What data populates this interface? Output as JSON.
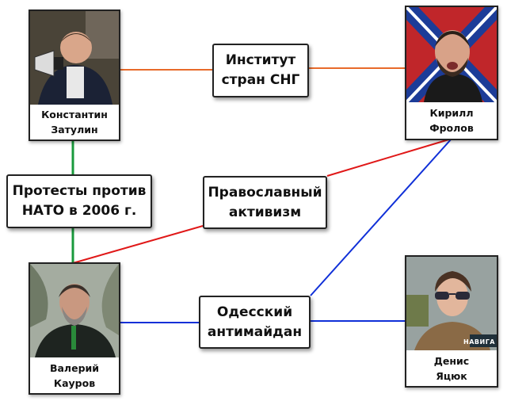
{
  "people": {
    "zatulin": {
      "first": "Константин",
      "last": "Затулин"
    },
    "frolov": {
      "first": "Кирилл",
      "last": "Фролов"
    },
    "kaurov": {
      "first": "Валерий",
      "last": "Кауров"
    },
    "yatsyuk": {
      "first": "Денис",
      "last": "Яцюк"
    }
  },
  "topics": {
    "cis": {
      "line1": "Институт",
      "line2": "стран СНГ"
    },
    "nato": {
      "line1": "Протесты против",
      "line2": "НАТО в 2006 г."
    },
    "orthodox": {
      "line1": "Православный",
      "line2": "активизм"
    },
    "antimaidan": {
      "line1": "Одесский",
      "line2": "антимайдан"
    }
  },
  "photo_overlays": {
    "news_logo": "НАВИГА"
  },
  "colors": {
    "edge_orange": "#e86a2a",
    "edge_green": "#1a9a3c",
    "edge_red": "#e01818",
    "edge_blue": "#1030d8"
  }
}
